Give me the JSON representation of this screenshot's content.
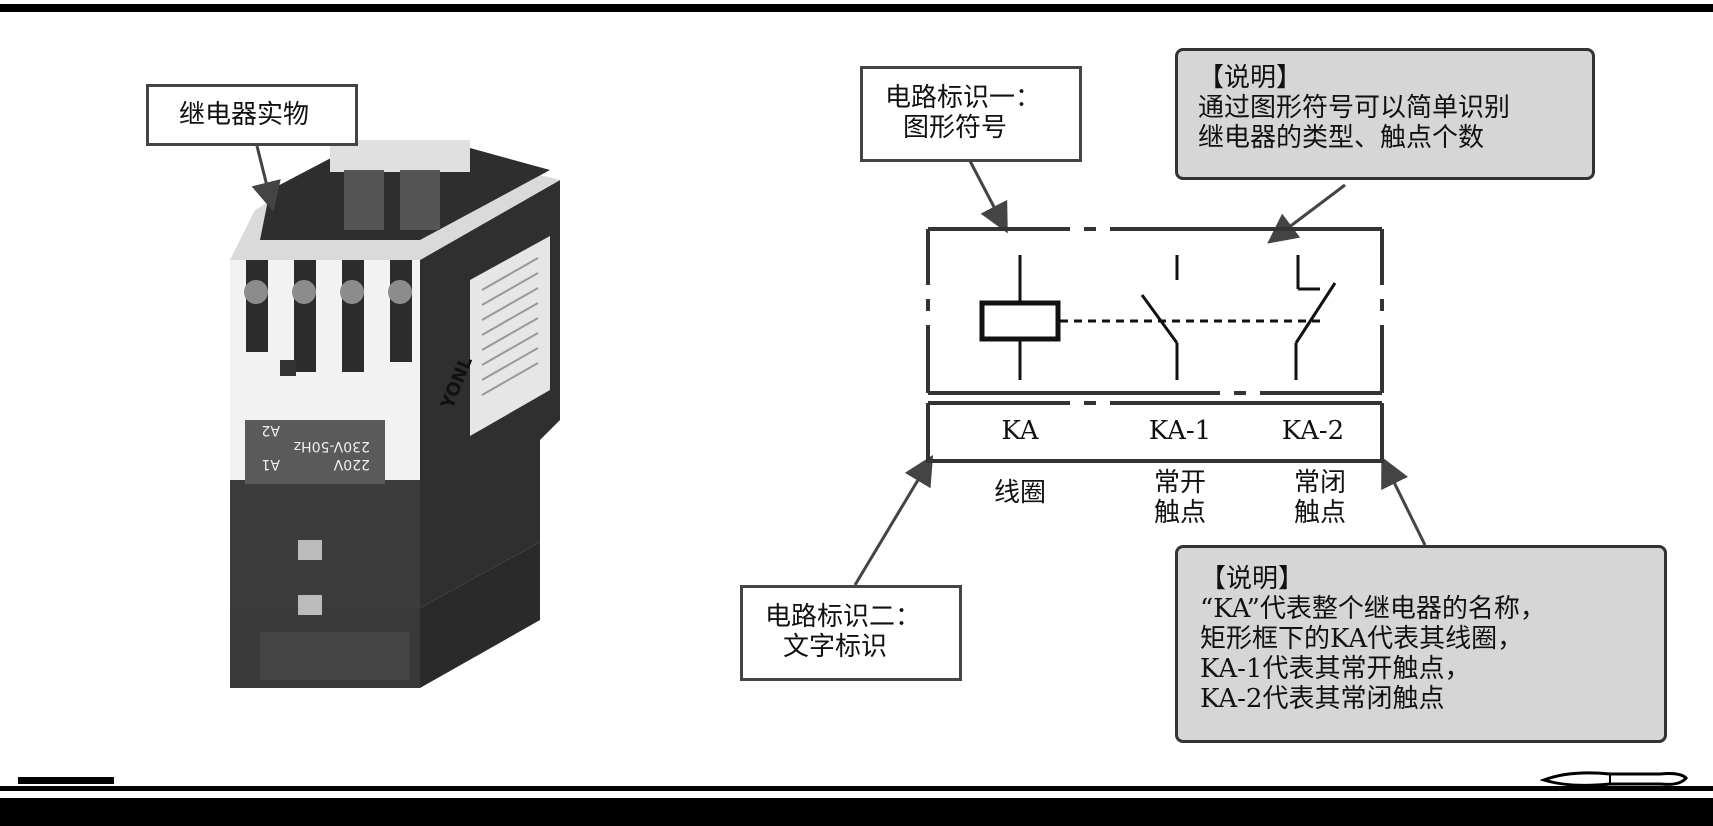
{
  "photo": {
    "label": "继电器实物",
    "brand_text": "YONL",
    "plate_lines": [
      "220V",
      "230V-50Hz",
      "A1",
      "A2"
    ]
  },
  "circuit_id_1": {
    "lines": [
      "电路标识一：",
      "图形符号"
    ]
  },
  "circuit_id_2": {
    "lines": [
      "电路标识二：",
      "文字标识"
    ]
  },
  "note_top": {
    "lines": [
      "【说明】",
      "通过图形符号可以简单识别",
      "继电器的类型、触点个数"
    ]
  },
  "note_bottom": {
    "lines": [
      "【说明】",
      "“KA”代表整个继电器的名称，",
      "矩形框下的KA代表其线圈，",
      "KA-1代表其常开触点，",
      "KA-2代表其常闭触点"
    ]
  },
  "symbols": {
    "ka": "KA",
    "ka1": "KA-1",
    "ka2": "KA-2",
    "coil_caption": "线圈",
    "no_caption": [
      "常开",
      "触点"
    ],
    "nc_caption": [
      "常闭",
      "触点"
    ]
  }
}
